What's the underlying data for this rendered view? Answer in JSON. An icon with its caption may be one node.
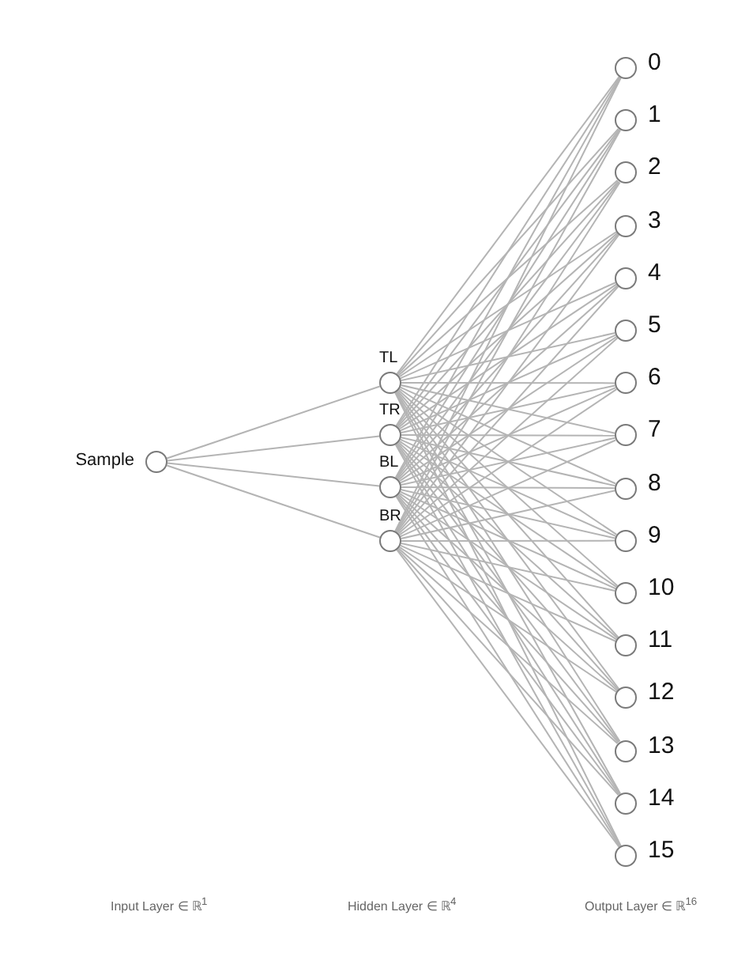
{
  "diagram": {
    "nodes": [
      {
        "text": [
          "Sample"
        ]
      },
      {
        "text": [
          "TL"
        ]
      },
      {
        "text": [
          "TR"
        ]
      },
      {
        "text": [
          "BL"
        ]
      },
      {
        "text": [
          "BR"
        ]
      },
      {
        "text": [
          "0"
        ]
      },
      {
        "text": [
          "1"
        ]
      },
      {
        "text": [
          "2"
        ]
      },
      {
        "text": [
          "3"
        ]
      },
      {
        "text": [
          "4"
        ]
      },
      {
        "text": [
          "5"
        ]
      },
      {
        "text": [
          "6"
        ]
      },
      {
        "text": [
          "7"
        ]
      },
      {
        "text": [
          "8"
        ]
      },
      {
        "text": [
          "9"
        ]
      },
      {
        "text": [
          "10"
        ]
      },
      {
        "text": [
          "11"
        ]
      },
      {
        "text": [
          "12"
        ]
      },
      {
        "text": [
          "13"
        ]
      },
      {
        "text": [
          "14"
        ]
      },
      {
        "text": [
          "15"
        ]
      }
    ],
    "edges": [
      {
        "from": 0,
        "to": 1,
        "arrow": "none"
      },
      {
        "from": 0,
        "to": 2,
        "arrow": "none"
      },
      {
        "from": 0,
        "to": 3,
        "arrow": "none"
      },
      {
        "from": 0,
        "to": 4,
        "arrow": "none"
      },
      {
        "from": 1,
        "to": 5,
        "arrow": "none"
      },
      {
        "from": 1,
        "to": 6,
        "arrow": "none"
      },
      {
        "from": 1,
        "to": 7,
        "arrow": "none"
      },
      {
        "from": 1,
        "to": 8,
        "arrow": "none"
      },
      {
        "from": 1,
        "to": 9,
        "arrow": "none"
      },
      {
        "from": 1,
        "to": 10,
        "arrow": "none"
      },
      {
        "from": 1,
        "to": 11,
        "arrow": "none"
      },
      {
        "from": 1,
        "to": 12,
        "arrow": "none"
      },
      {
        "from": 1,
        "to": 13,
        "arrow": "none"
      },
      {
        "from": 1,
        "to": 14,
        "arrow": "none"
      },
      {
        "from": 1,
        "to": 15,
        "arrow": "none"
      },
      {
        "from": 1,
        "to": 16,
        "arrow": "none"
      },
      {
        "from": 1,
        "to": 17,
        "arrow": "none"
      },
      {
        "from": 1,
        "to": 18,
        "arrow": "none"
      },
      {
        "from": 1,
        "to": 19,
        "arrow": "none"
      },
      {
        "from": 1,
        "to": 20,
        "arrow": "none"
      },
      {
        "from": 2,
        "to": 5,
        "arrow": "none"
      },
      {
        "from": 2,
        "to": 6,
        "arrow": "none"
      },
      {
        "from": 2,
        "to": 7,
        "arrow": "none"
      },
      {
        "from": 2,
        "to": 8,
        "arrow": "none"
      },
      {
        "from": 2,
        "to": 9,
        "arrow": "none"
      },
      {
        "from": 2,
        "to": 10,
        "arrow": "none"
      },
      {
        "from": 2,
        "to": 11,
        "arrow": "none"
      },
      {
        "from": 2,
        "to": 12,
        "arrow": "none"
      },
      {
        "from": 2,
        "to": 13,
        "arrow": "none"
      },
      {
        "from": 2,
        "to": 14,
        "arrow": "none"
      },
      {
        "from": 2,
        "to": 15,
        "arrow": "none"
      },
      {
        "from": 2,
        "to": 16,
        "arrow": "none"
      },
      {
        "from": 2,
        "to": 17,
        "arrow": "none"
      },
      {
        "from": 2,
        "to": 18,
        "arrow": "none"
      },
      {
        "from": 2,
        "to": 19,
        "arrow": "none"
      },
      {
        "from": 2,
        "to": 20,
        "arrow": "none"
      },
      {
        "from": 3,
        "to": 5,
        "arrow": "none"
      },
      {
        "from": 3,
        "to": 6,
        "arrow": "none"
      },
      {
        "from": 3,
        "to": 7,
        "arrow": "none"
      },
      {
        "from": 3,
        "to": 8,
        "arrow": "none"
      },
      {
        "from": 3,
        "to": 9,
        "arrow": "none"
      },
      {
        "from": 3,
        "to": 10,
        "arrow": "none"
      },
      {
        "from": 3,
        "to": 11,
        "arrow": "none"
      },
      {
        "from": 3,
        "to": 12,
        "arrow": "none"
      },
      {
        "from": 3,
        "to": 13,
        "arrow": "none"
      },
      {
        "from": 3,
        "to": 14,
        "arrow": "none"
      },
      {
        "from": 3,
        "to": 15,
        "arrow": "none"
      },
      {
        "from": 3,
        "to": 16,
        "arrow": "none"
      },
      {
        "from": 3,
        "to": 17,
        "arrow": "none"
      },
      {
        "from": 3,
        "to": 18,
        "arrow": "none"
      },
      {
        "from": 3,
        "to": 19,
        "arrow": "none"
      },
      {
        "from": 3,
        "to": 20,
        "arrow": "none"
      },
      {
        "from": 4,
        "to": 5,
        "arrow": "none"
      },
      {
        "from": 4,
        "to": 6,
        "arrow": "none"
      },
      {
        "from": 4,
        "to": 7,
        "arrow": "none"
      },
      {
        "from": 4,
        "to": 8,
        "arrow": "none"
      },
      {
        "from": 4,
        "to": 9,
        "arrow": "none"
      },
      {
        "from": 4,
        "to": 10,
        "arrow": "none"
      },
      {
        "from": 4,
        "to": 11,
        "arrow": "none"
      },
      {
        "from": 4,
        "to": 12,
        "arrow": "none"
      },
      {
        "from": 4,
        "to": 13,
        "arrow": "none"
      },
      {
        "from": 4,
        "to": 14,
        "arrow": "none"
      },
      {
        "from": 4,
        "to": 15,
        "arrow": "none"
      },
      {
        "from": 4,
        "to": 16,
        "arrow": "none"
      },
      {
        "from": 4,
        "to": 17,
        "arrow": "none"
      },
      {
        "from": 4,
        "to": 18,
        "arrow": "none"
      },
      {
        "from": 4,
        "to": 19,
        "arrow": "none"
      },
      {
        "from": 4,
        "to": 20,
        "arrow": "none"
      }
    ],
    "labels": [
      "Input Layer ∈ ℝ$^{1}$",
      "Hidden Layer ∈ ℝ$^{4}$",
      "Output Layer ∈ ℝ$^{16}$"
    ]
  }
}
